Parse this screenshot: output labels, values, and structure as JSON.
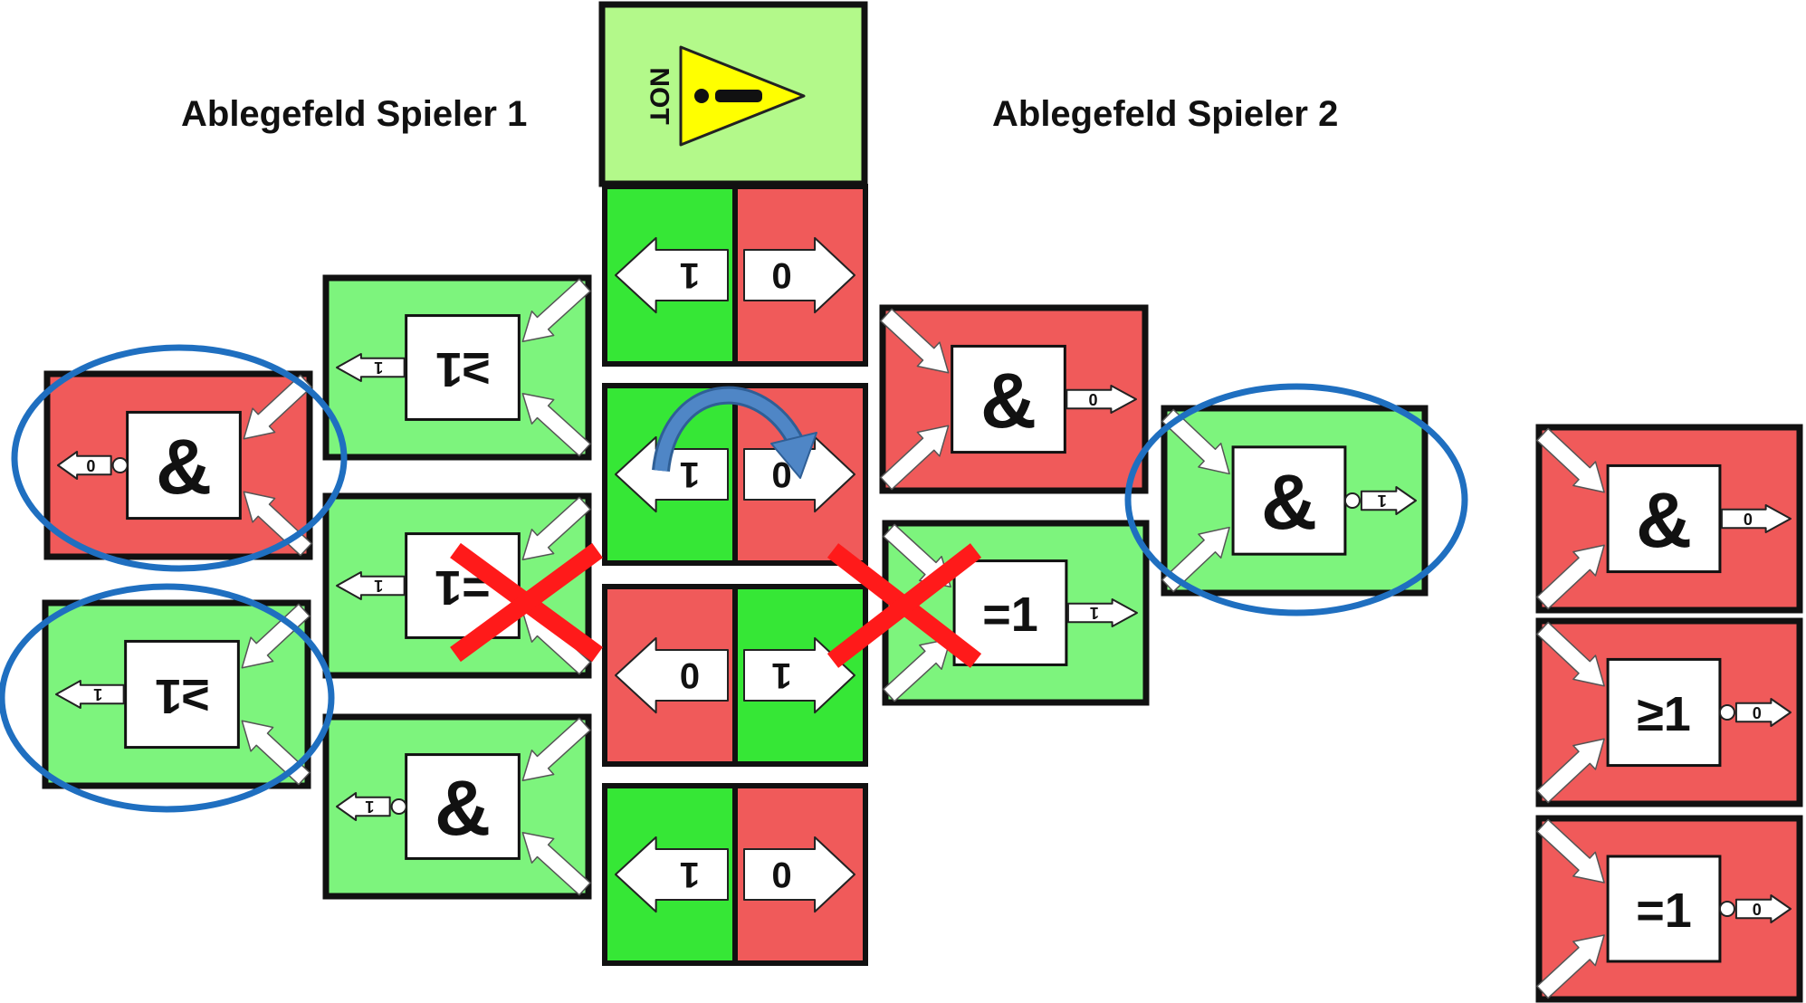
{
  "labels": {
    "player1_field": "Ablegefeld Spieler 1",
    "player2_field": "Ablegefeld Spieler 2"
  },
  "colors": {
    "light_green": "#7df47d",
    "green": "#36e736",
    "red": "#f05a5a",
    "not_green": "#b3f98a",
    "warning_yellow": "#ffff00",
    "circle_blue": "#1f6fc0",
    "cross_red": "#ff1a1a",
    "arrow_blue": "#4f86c6"
  },
  "not_card": {
    "text": "NOT",
    "icon": "warning-triangle-icon"
  },
  "not_cards": [
    {
      "left": {
        "color": "green",
        "value": "1"
      },
      "right": {
        "color": "red",
        "value": "0"
      }
    },
    {
      "left": {
        "color": "green",
        "value": "1"
      },
      "right": {
        "color": "red",
        "value": "0"
      },
      "annotation": "curved-arrow"
    },
    {
      "left": {
        "color": "red",
        "value": "0"
      },
      "right": {
        "color": "green",
        "value": "1"
      }
    },
    {
      "left": {
        "color": "green",
        "value": "1"
      },
      "right": {
        "color": "red",
        "value": "0"
      }
    }
  ],
  "player1_cards": [
    {
      "symbol": "≥1",
      "output": "1",
      "color": "light_green",
      "column": "inner",
      "rotated": true
    },
    {
      "symbol": "=1",
      "output": "1",
      "color": "light_green",
      "column": "inner",
      "rotated": true,
      "crossed": true
    },
    {
      "symbol": "&",
      "output": "1",
      "color": "light_green",
      "column": "inner",
      "rotated": false,
      "negated": true
    },
    {
      "symbol": "&",
      "output": "0",
      "color": "red",
      "column": "outer",
      "rotated": false,
      "negated": true,
      "circled": true
    },
    {
      "symbol": "≥1",
      "output": "1",
      "color": "light_green",
      "column": "outer",
      "rotated": true,
      "circled": true
    }
  ],
  "player2_cards": [
    {
      "symbol": "&",
      "output": "0",
      "color": "red",
      "column": "inner",
      "rotated": false
    },
    {
      "symbol": "=1",
      "output": "1",
      "color": "light_green",
      "column": "inner",
      "rotated": false,
      "crossed": true
    },
    {
      "symbol": "&",
      "output": "1",
      "color": "light_green",
      "column": "outer",
      "rotated": false,
      "negated": true,
      "circled": true
    }
  ],
  "hand_cards": [
    {
      "symbol": "&",
      "output": "0",
      "color": "red"
    },
    {
      "symbol": "≥1",
      "output": "0",
      "color": "red",
      "negated": true
    },
    {
      "symbol": "=1",
      "output": "0",
      "color": "red",
      "negated": true
    }
  ]
}
